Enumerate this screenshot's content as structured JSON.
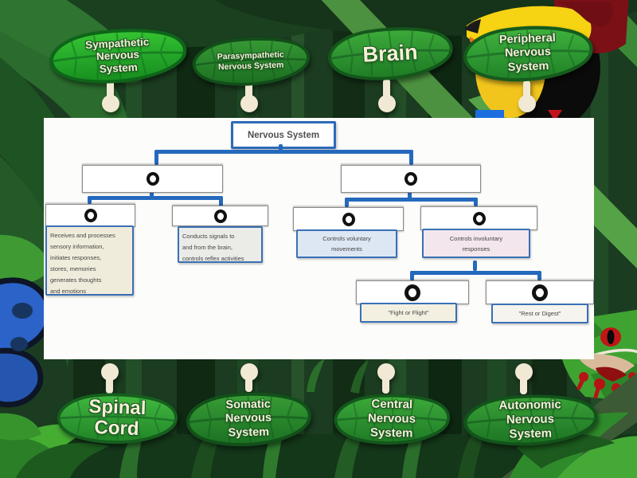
{
  "activity": {
    "type": "labelled-diagram-game",
    "theme": "jungle",
    "chart_title": "Nervous System",
    "labels": {
      "top": [
        "Sympathetic\nNervous\nSystem",
        "Parasympathetic\nNervous System",
        "Brain",
        "Peripheral\nNervous\nSystem"
      ],
      "bottom": [
        "Spinal\nCord",
        "Somatic\nNervous\nSystem",
        "Central\nNervous\nSystem",
        "Autonomic\nNervous\nSystem"
      ]
    },
    "captions": {
      "receives": "Receives and processes\nsensory information,\ninitiates responses,\nstores, memories\ngenerates thoughts\nand emotions",
      "conducts": "Conducts signals to\nand from the brain,\ncontrols reflex activities",
      "voluntary": "Controls voluntary\nmovements",
      "involuntary": "Controls involuntary\nresponses",
      "fight": "\"Fight or Flight\"",
      "rest": "\"Rest or Digest\""
    },
    "colors": {
      "connector_blue": "#2569bd",
      "caption_border_blue": "#3a6fb5",
      "panel_white": "#fcfcfa",
      "leaf_green_light": "#3cab39",
      "leaf_green_dark": "#1e7b24",
      "leaf_text_cream": "#f5efd8",
      "pin_cream": "#f2e9d4",
      "caption_receives_bg": "#f0ecdc",
      "caption_conducts_bg": "#ebebe7",
      "caption_voluntary_bg": "#dde7f3",
      "caption_involuntary_bg": "#f3e6ec",
      "caption_fight_bg": "#f3f0e1",
      "caption_rest_bg": "#f5f4ee"
    },
    "decorations": [
      "toucan-illustration",
      "butterfly-illustration",
      "tree-frog-illustration",
      "jungle-foliage"
    ]
  }
}
